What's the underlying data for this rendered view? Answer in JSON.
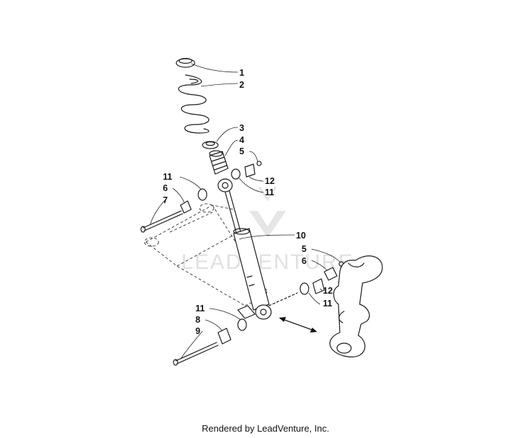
{
  "watermark": "LEADVENTURE",
  "footer": "Rendered by LeadVenture, Inc.",
  "callouts": [
    {
      "id": "c1",
      "label": "1"
    },
    {
      "id": "c2",
      "label": "2"
    },
    {
      "id": "c3",
      "label": "3"
    },
    {
      "id": "c4",
      "label": "4"
    },
    {
      "id": "c5a",
      "label": "5"
    },
    {
      "id": "c12a",
      "label": "12"
    },
    {
      "id": "c11a",
      "label": "11"
    },
    {
      "id": "c11b",
      "label": "11"
    },
    {
      "id": "c6a",
      "label": "6"
    },
    {
      "id": "c7",
      "label": "7"
    },
    {
      "id": "c10",
      "label": "10"
    },
    {
      "id": "c5b",
      "label": "5"
    },
    {
      "id": "c6b",
      "label": "6"
    },
    {
      "id": "c12b",
      "label": "12"
    },
    {
      "id": "c11c",
      "label": "11"
    },
    {
      "id": "c11d",
      "label": "11"
    },
    {
      "id": "c8",
      "label": "8"
    },
    {
      "id": "c9",
      "label": "9"
    }
  ]
}
